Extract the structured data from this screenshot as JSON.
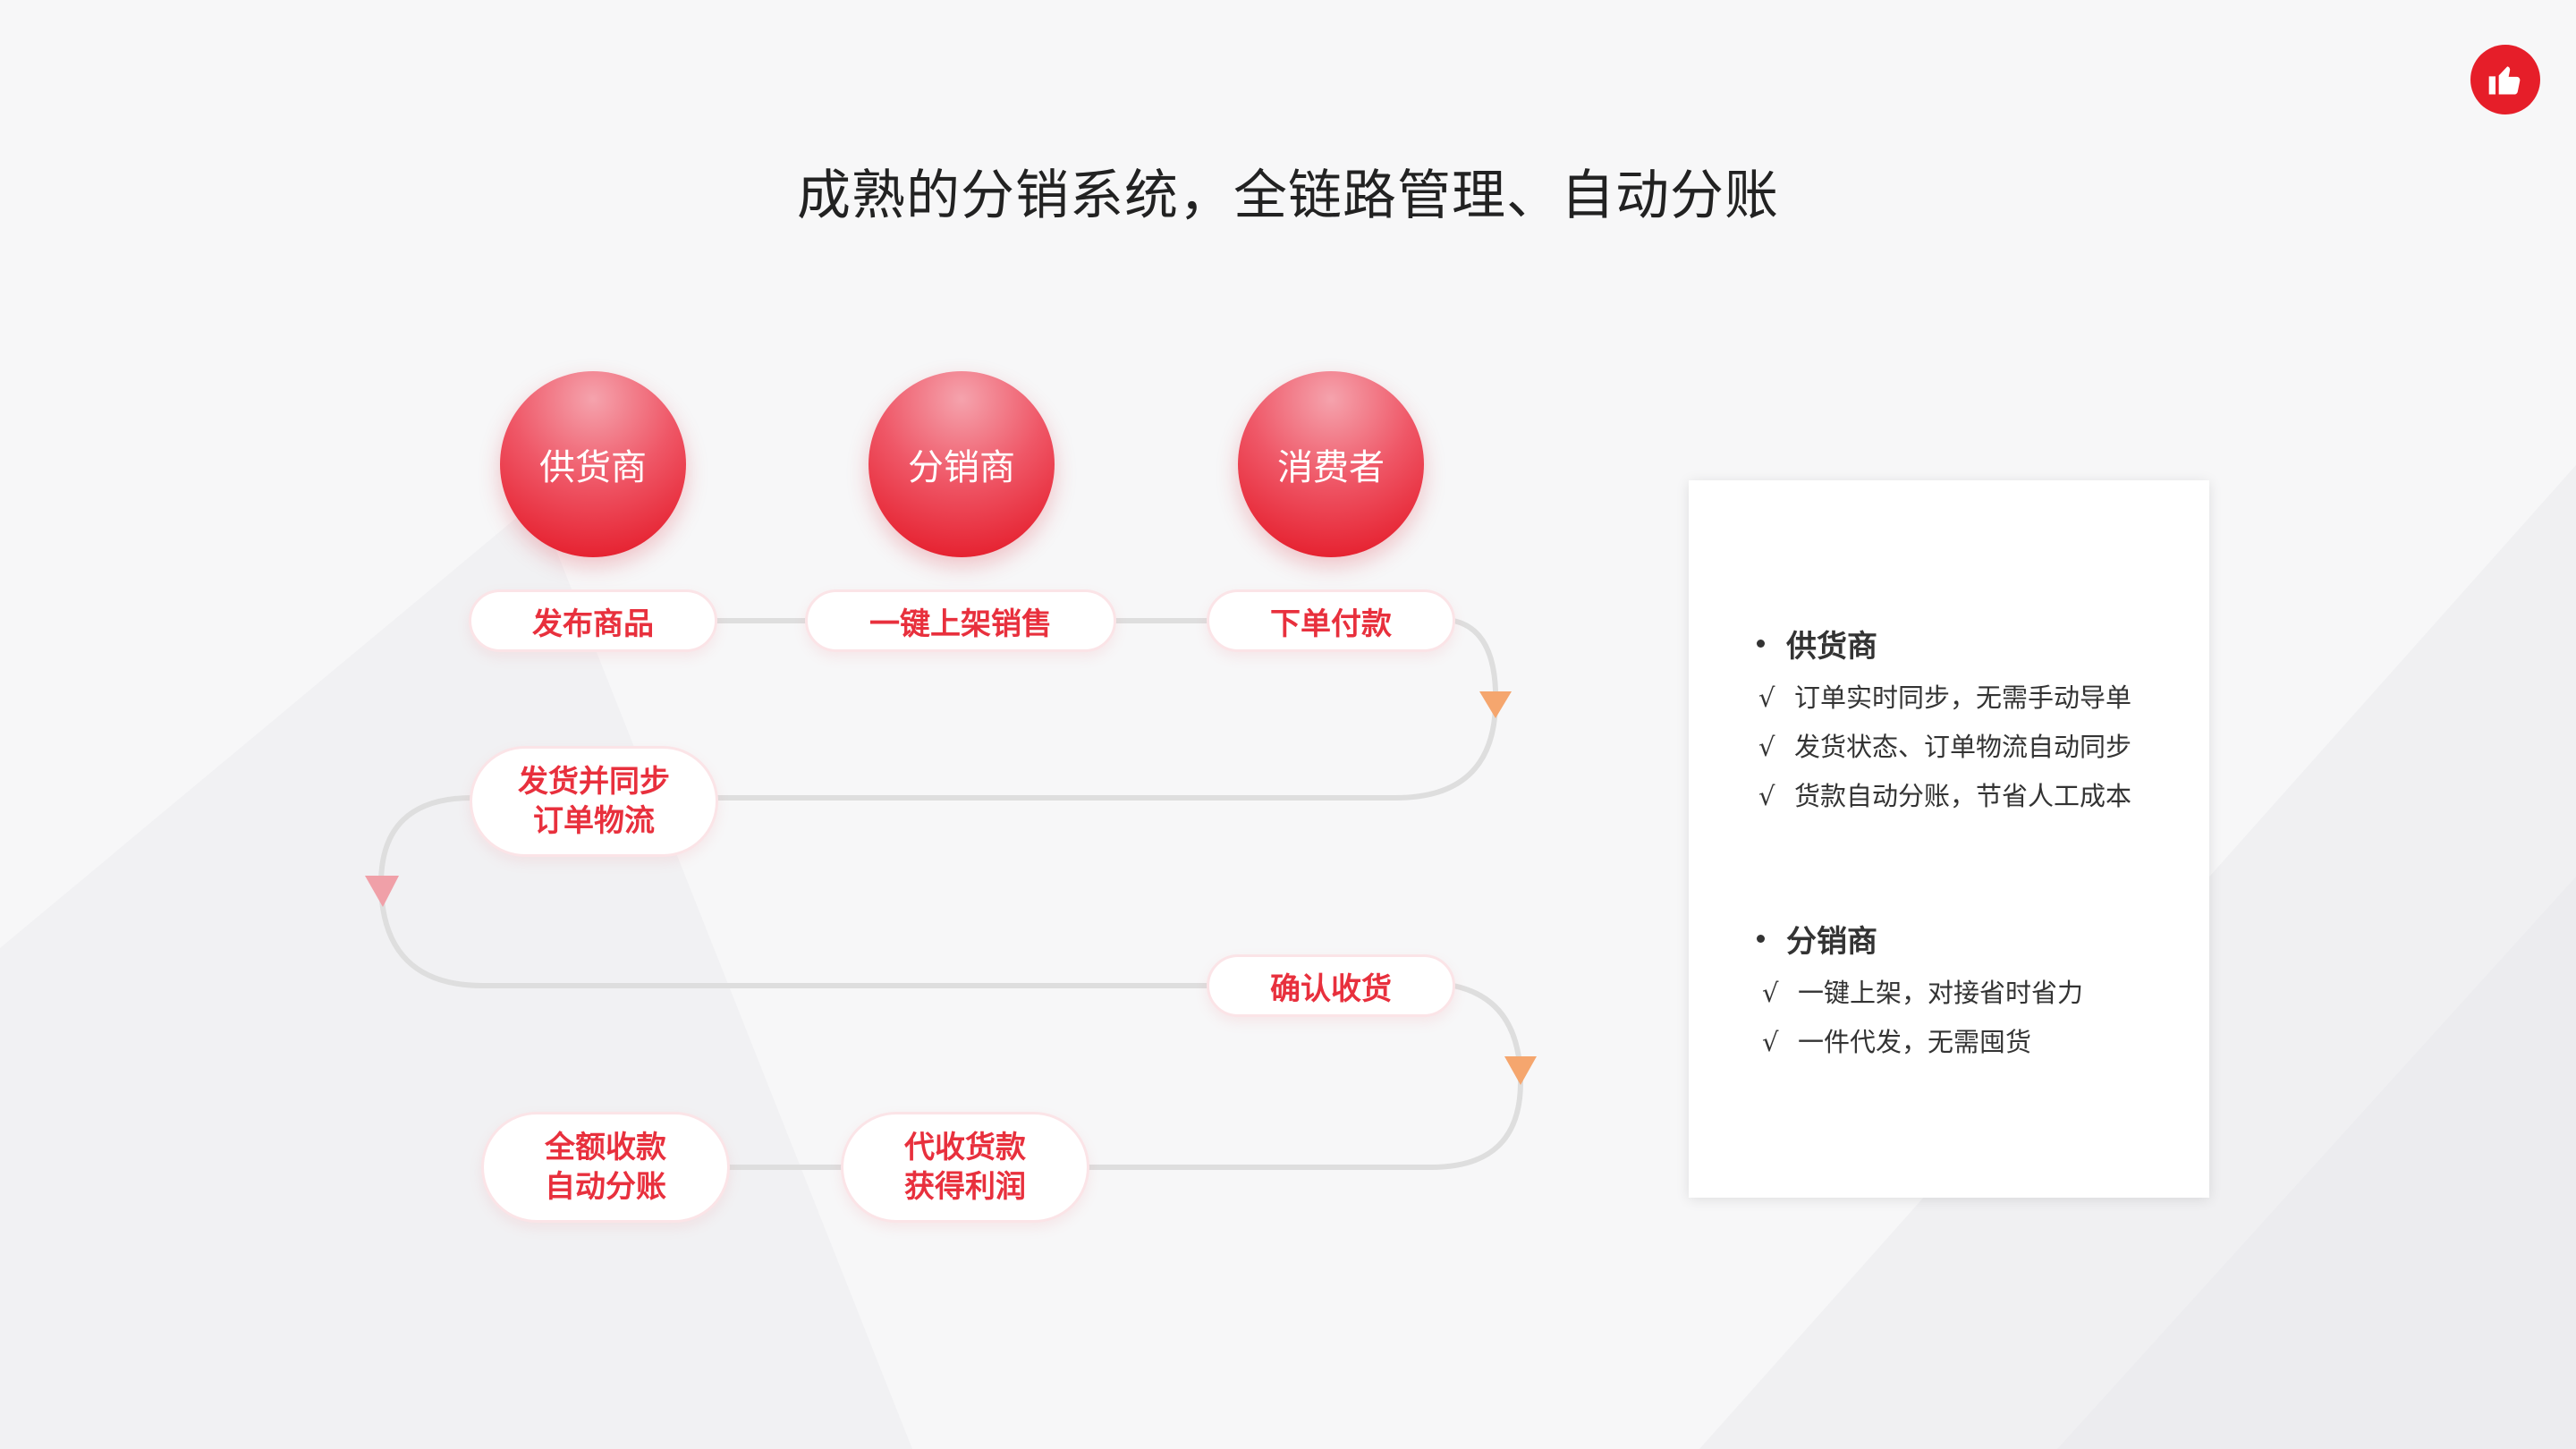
{
  "title": "成熟的分销系统，全链路管理、自动分账",
  "roles": [
    "供货商",
    "分销商",
    "消费者"
  ],
  "steps": {
    "publish": "发布商品",
    "list": "一键上架销售",
    "order": "下单付款",
    "ship_line1": "发货并同步",
    "ship_line2": "订单物流",
    "confirm": "确认收货",
    "collect_line1": "代收货款",
    "collect_line2": "获得利润",
    "settle_line1": "全额收款",
    "settle_line2": "自动分账"
  },
  "card": {
    "supplier": {
      "heading": "供货商",
      "items": [
        "订单实时同步，无需手动导单",
        "发货状态、订单物流自动同步",
        "货款自动分账，节省人工成本"
      ]
    },
    "distributor": {
      "heading": "分销商",
      "items": [
        "一键上架，对接省时省力",
        "一件代发，无需囤货"
      ]
    },
    "tick": "√"
  },
  "colors": {
    "accent": "#e61e29",
    "pill_text": "#e8303d",
    "arrow_orange": "#f5a66e",
    "arrow_pink": "#f0a0a8",
    "connector": "#dcdcdc"
  },
  "icons": {
    "logo": "thumbs-up-icon"
  }
}
